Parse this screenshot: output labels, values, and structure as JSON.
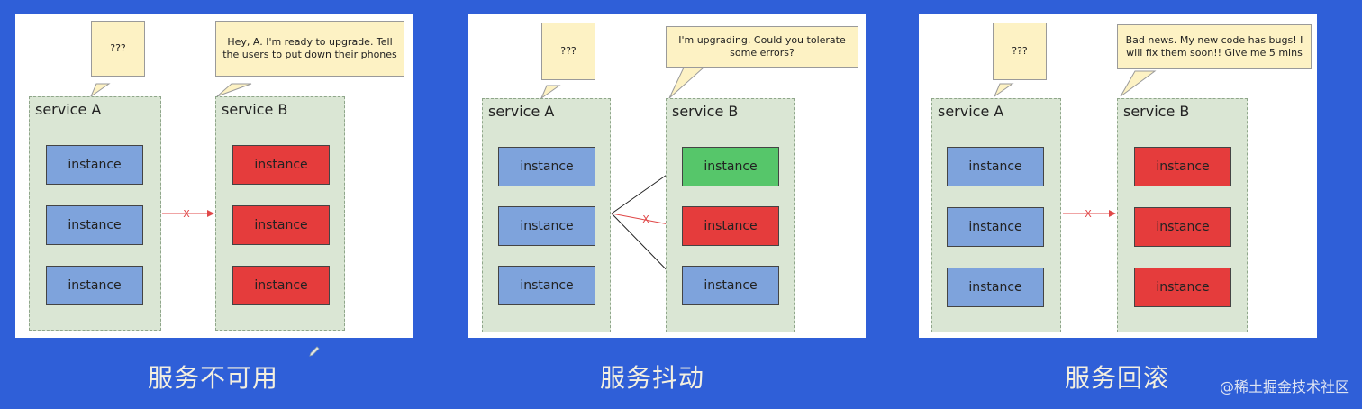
{
  "panels": [
    {
      "caption": "服务不可用",
      "bubble_a": "???",
      "bubble_b": "Hey, A. I'm ready to upgrade. Tell the users to put down their phones",
      "service_a": {
        "label": "service A",
        "instances": [
          "instance",
          "instance",
          "instance"
        ]
      },
      "service_b": {
        "label": "service B",
        "instances": [
          "instance",
          "instance",
          "instance"
        ]
      },
      "link_mark": "X"
    },
    {
      "caption": "服务抖动",
      "bubble_a": "???",
      "bubble_b": "I'm upgrading. Could you tolerate some errors?",
      "service_a": {
        "label": "service A",
        "instances": [
          "instance",
          "instance",
          "instance"
        ]
      },
      "service_b": {
        "label": "service B",
        "instances": [
          "instance",
          "instance",
          "instance"
        ]
      },
      "link_mark": "X"
    },
    {
      "caption": "服务回滚",
      "bubble_a": "???",
      "bubble_b": "Bad news. My new code has bugs! I will fix them soon!! Give me 5 mins",
      "service_a": {
        "label": "service A",
        "instances": [
          "instance",
          "instance",
          "instance"
        ]
      },
      "service_b": {
        "label": "service B",
        "instances": [
          "instance",
          "instance",
          "instance"
        ]
      },
      "link_mark": "X"
    }
  ],
  "watermark": "@稀土掘金技术社区",
  "colors": {
    "background": "#2f5fd8",
    "instance_blue": "#7ea3dc",
    "instance_red": "#e53c3c",
    "instance_green": "#56c66a",
    "service_fill": "#dae6d4",
    "bubble_fill": "#fdf2c4",
    "failed_link": "#e04848"
  },
  "icons": [
    "pencil-icon"
  ]
}
